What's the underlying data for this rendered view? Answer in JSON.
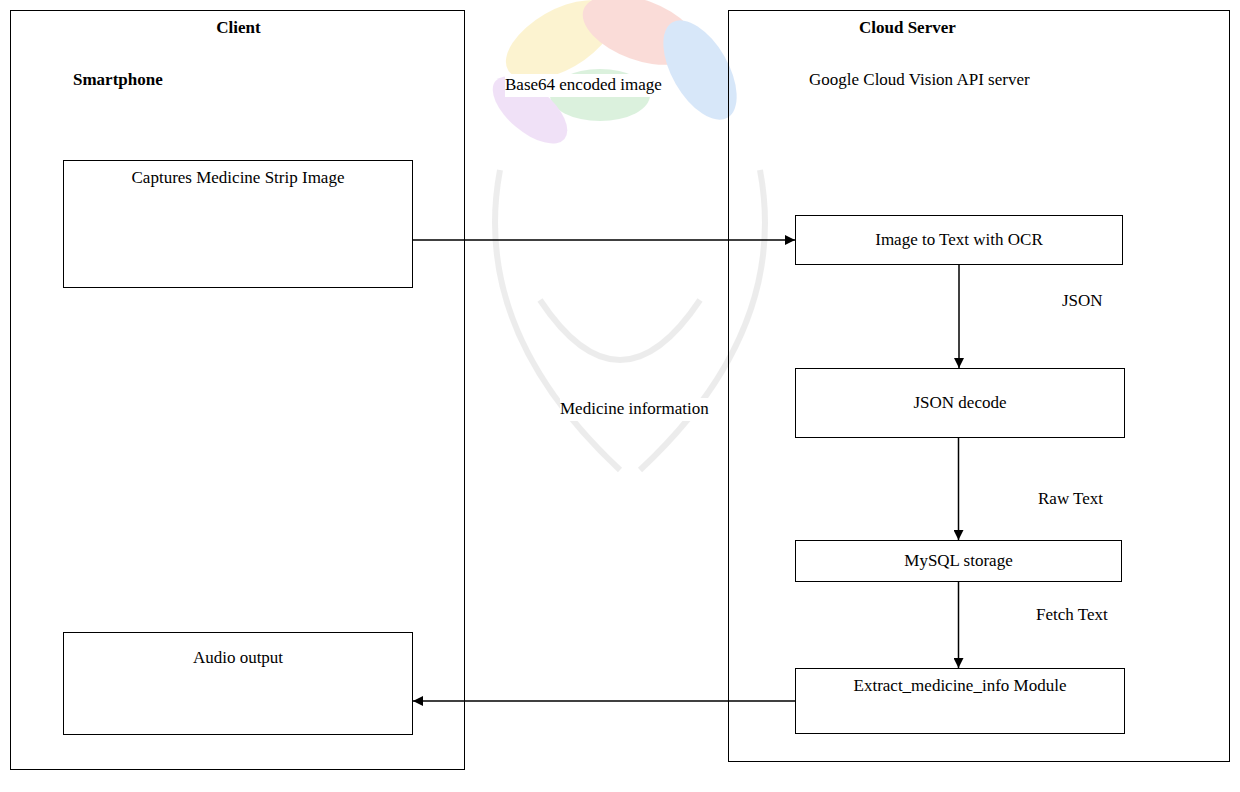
{
  "diagram": {
    "nodes": [
      {
        "text": [
          "Client",
          "Smartphone"
        ]
      },
      {
        "text": [
          "Captures Medicine Strip Image"
        ],
        "in": 0
      },
      {
        "text": [
          "Audio output"
        ],
        "in": 0
      },
      {
        "text": [
          "Cloud Server",
          "Google Cloud Vision API server"
        ]
      },
      {
        "text": [
          "Image to Text with OCR"
        ],
        "in": 3
      },
      {
        "text": [
          "JSON decode"
        ],
        "in": 3
      },
      {
        "text": [
          "MySQL storage"
        ],
        "in": 3
      },
      {
        "text": [
          "Extract_medicine_info Module"
        ],
        "in": 3
      }
    ],
    "edges": [
      {
        "from": 1,
        "to": 4,
        "label": "Base64 encoded image",
        "arrow": "to"
      },
      {
        "from": 4,
        "to": 5,
        "label": "JSON",
        "arrow": "to"
      },
      {
        "from": 5,
        "to": 6,
        "label": "Raw Text",
        "arrow": "to"
      },
      {
        "from": 6,
        "to": 7,
        "label": "Fetch Text",
        "arrow": "to"
      },
      {
        "from": 7,
        "to": 2,
        "label": "Medicine information",
        "arrow": "to"
      }
    ]
  }
}
